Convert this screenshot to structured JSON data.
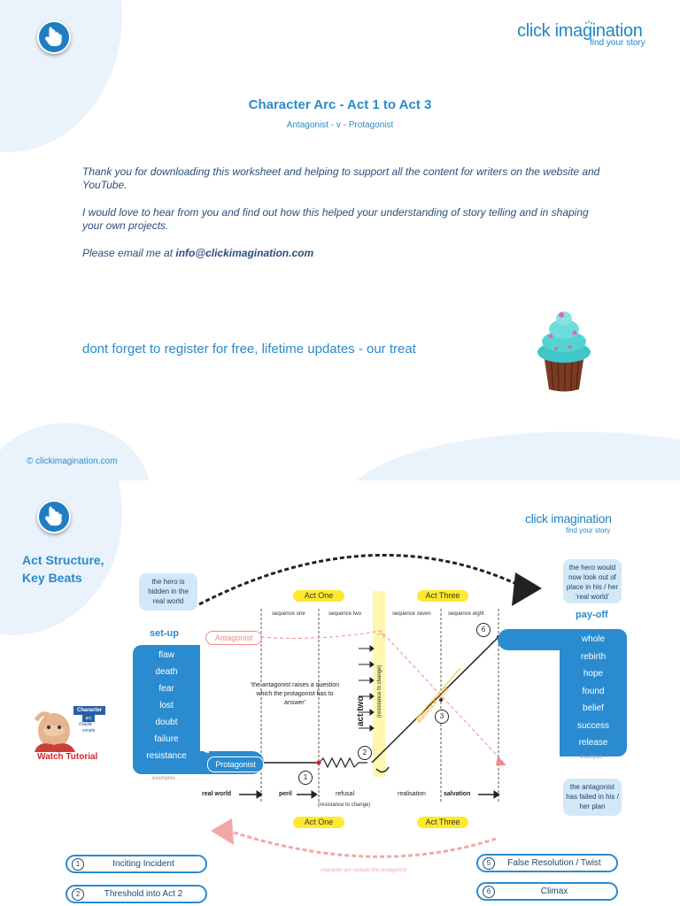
{
  "page1": {
    "logo": {
      "main": "click imagination",
      "tagline": "find your story"
    },
    "title": "Character Arc - Act 1 to Act 3",
    "subtitle": "Antagonist - v - Protagonist",
    "paragraph1": "Thank you for downloading this worksheet and helping to support all the content for writers on the website and YouTube.",
    "paragraph2": "I would love to hear from you and find out how this helped your understanding of story telling and in shaping your own projects.",
    "email_prefix": "Please email me at ",
    "email": "info@clickimagination.com",
    "cta": "dont forget to register for free, lifetime updates - our treat",
    "copyright": "© clickimagination.com",
    "colors": {
      "accent": "#2a8bc9",
      "blob": "#eaf3fb"
    }
  },
  "page2": {
    "logo": {
      "main": "click imagination",
      "tagline": "find your story"
    },
    "heading_line1": "Act Structure,",
    "heading_line2": "Key Beats",
    "note_hero_hidden": "the hero is hidden in the real world",
    "note_hero_look": "the hero would now look out of place in his / her 'real world'",
    "note_antagonist_failed": "the antagonist has failed in his / her plan",
    "setup_label": "set-up",
    "payoff_label": "pay-off",
    "setup_words": [
      "flaw",
      "death",
      "fear",
      "lost",
      "doubt",
      "failure",
      "resistance"
    ],
    "payoff_words": [
      "whole",
      "rebirth",
      "hope",
      "found",
      "belief",
      "success",
      "release"
    ],
    "examples_label": "examples",
    "antagonist_label": "Antagonist",
    "protagonist_label": "Protagonist",
    "act_one_label": "Act One",
    "act_three_label": "Act Three",
    "sequences": [
      "sequence one",
      "sequence two",
      "sequence seven",
      "sequence eight"
    ],
    "question_text": "'the antagonist raises a question which the protagonist has to answer'",
    "act_two_label": "act two",
    "resistance_vertical": "(resistance to change)",
    "audience_label": "audience sees",
    "flow": {
      "real_world": "real world",
      "peril": "peril",
      "refusal": "refusal",
      "refusal_sub": "(resistance to change)",
      "realisation": "realisation",
      "salvation": "salvation"
    },
    "markers": [
      "1",
      "2",
      "3",
      "6"
    ],
    "tutorial_badge": [
      "Character",
      "arc",
      "made",
      "simple"
    ],
    "watch_tutorial": "Watch Tutorial",
    "bottom_caption": "character arc reveals the protagonist",
    "legend": [
      {
        "num": "1",
        "label": "Inciting Incident"
      },
      {
        "num": "2",
        "label": "Threshold into Act 2"
      },
      {
        "num": "5",
        "label": "False Resolution / Twist"
      },
      {
        "num": "6",
        "label": "Climax"
      }
    ],
    "colors": {
      "panel": "#2a8bd0",
      "act_pill": "#ffe92e",
      "antagonist": "#f08a8a",
      "legend_border": "#2a8bd0"
    }
  }
}
